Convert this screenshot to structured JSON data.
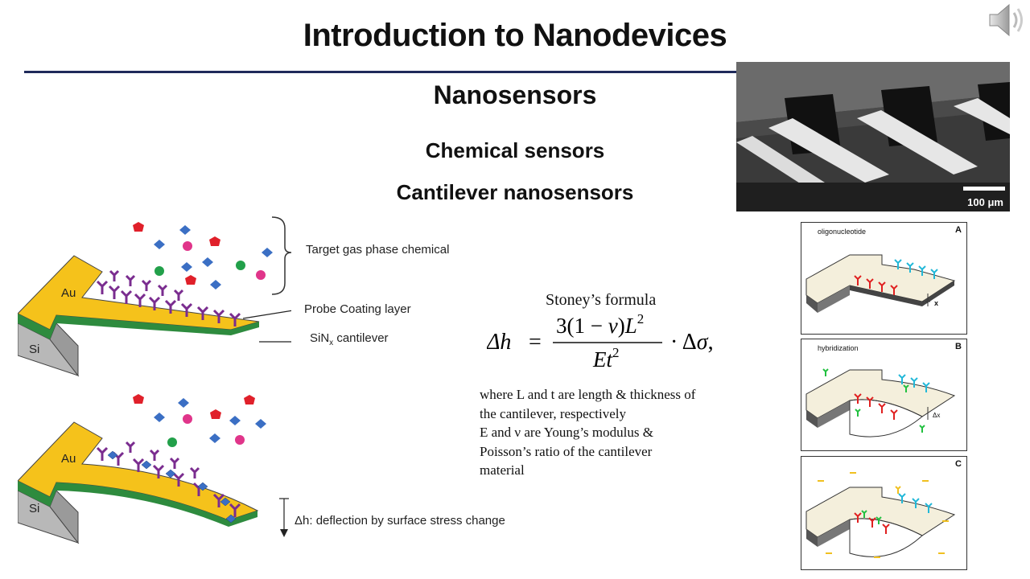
{
  "slide": {
    "title": "Introduction to Nanodevices",
    "heading": "Nanosensors",
    "subheading1": "Chemical sensors",
    "subheading2": "Cantilever nanosensors"
  },
  "sem_image": {
    "scale_label": "100 μm"
  },
  "diagram": {
    "target_label": "Target gas phase chemical",
    "probe_label": "Probe Coating layer",
    "cantilever_label_main": "SiN",
    "cantilever_label_sub": "x",
    "cantilever_label_end": " cantilever",
    "au_label": "Au",
    "si_label": "Si",
    "deflection_label": "Δh: deflection by surface stress change"
  },
  "formula": {
    "caption": "Stoney’s formula",
    "where_lines": [
      "where L and t are length & thickness of",
      "the cantilever, respectively",
      "E and ν are Young’s modulus &",
      "Poisson’s ratio of the cantilever",
      "material"
    ]
  },
  "panels": [
    {
      "letter": "A",
      "tag": "oligonucleotide",
      "detail": "x"
    },
    {
      "letter": "B",
      "tag": "hybridization",
      "detail": "Δx"
    },
    {
      "letter": "C",
      "tag": "",
      "detail": ""
    }
  ],
  "colors": {
    "rule": "#1f2a5a",
    "gold": "#f5c21b",
    "green": "#2e8b3e",
    "purple": "#7a2c8f",
    "blue_diamond": "#3b6fc4",
    "red_pentagon": "#e0202a",
    "pink_dot": "#e0358a",
    "green_dot": "#22a04a"
  }
}
